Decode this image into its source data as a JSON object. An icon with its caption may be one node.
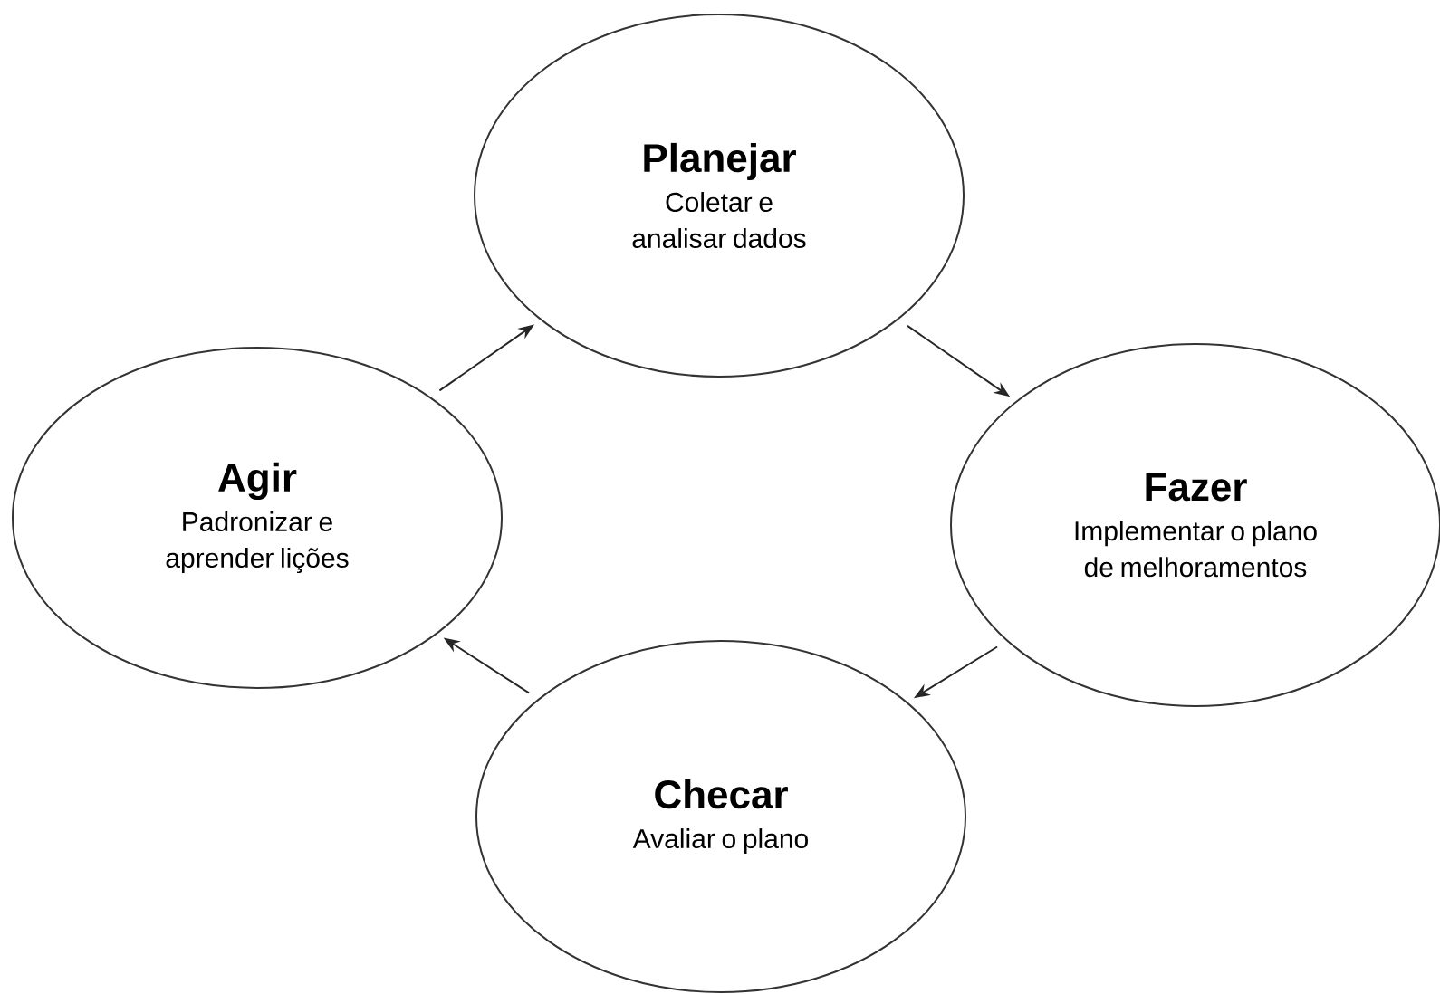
{
  "diagram": {
    "nodes": [
      {
        "text": [
          "Planejar",
          "Coletar e analisar dados"
        ]
      },
      {
        "text": [
          "Fazer",
          "Implementar o plano de melhoramentos"
        ]
      },
      {
        "text": [
          "Checar",
          "Avaliar o plano"
        ]
      },
      {
        "text": [
          "Agir",
          "Padronizar e aprender lições"
        ]
      }
    ],
    "edges": [
      {
        "from": 0,
        "to": 1,
        "arrow": "to"
      },
      {
        "from": 1,
        "to": 2,
        "arrow": "to"
      },
      {
        "from": 2,
        "to": 3,
        "arrow": "to"
      },
      {
        "from": 3,
        "to": 0,
        "arrow": "to"
      }
    ]
  }
}
